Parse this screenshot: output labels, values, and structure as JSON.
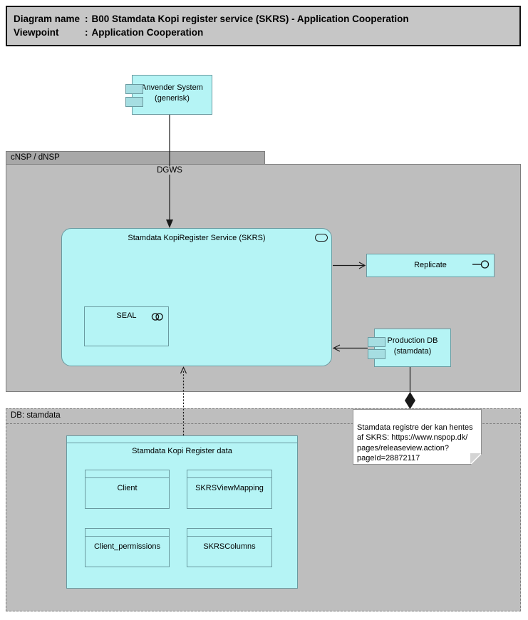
{
  "title_box": {
    "separator": ":",
    "rows": [
      {
        "label": "Diagram name",
        "value": "B00 Stamdata Kopi register service (SKRS) - Application Cooperation"
      },
      {
        "label": "Viewpoint",
        "value": "Application Cooperation"
      }
    ]
  },
  "groups": {
    "cnsp": {
      "label": "cNSP / dNSP"
    },
    "db_stamdata": {
      "label": "DB: stamdata"
    }
  },
  "labels": {
    "dgws": "DGWS"
  },
  "components": {
    "anvender": {
      "line1": "Anvender System",
      "line2": "(generisk)"
    },
    "production_db": {
      "line1": "Production DB",
      "line2": "(stamdata)"
    }
  },
  "application": {
    "skrs": {
      "title": "Stamdata KopiRegister Service (SKRS)"
    },
    "seal": {
      "label": "SEAL"
    },
    "replicate": {
      "label": "Replicate"
    }
  },
  "data_group": {
    "title": "Stamdata Kopi Register data",
    "objects": [
      {
        "label": "Client"
      },
      {
        "label": "SKRSViewMapping"
      },
      {
        "label": "Client_permissions"
      },
      {
        "label": "SKRSColumns"
      }
    ]
  },
  "note": {
    "text": "Stamdata registre der kan hentes\naf SKRS: https://www.nspop.dk/\npages/releaseview.action?\npageId=28872117"
  },
  "colors": {
    "element_fill": "#b5f4f5",
    "element_border": "#6a9aa0",
    "group_fill": "#bebebe",
    "group_tab_fill": "#a8a8a8",
    "title_fill": "#c6c6c6",
    "note_fill": "#ffffff",
    "connector": "#1a1a1a"
  }
}
